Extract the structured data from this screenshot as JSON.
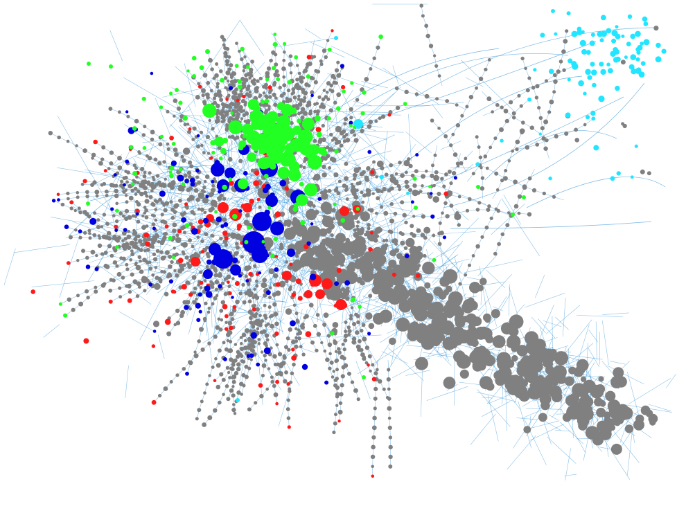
{
  "colors": {
    "background": "#ffffff",
    "edge": "#2b8fd6",
    "community_grey": "#808080",
    "community_green": "#22ff22",
    "community_blue": "#0000e0",
    "community_red": "#ff1a1a",
    "community_cyan": "#22e5ff"
  },
  "communities": [
    "grey",
    "green",
    "blue",
    "red",
    "cyan"
  ],
  "graph": {
    "type": "force-directed network",
    "labels": "none",
    "legend": "none"
  }
}
